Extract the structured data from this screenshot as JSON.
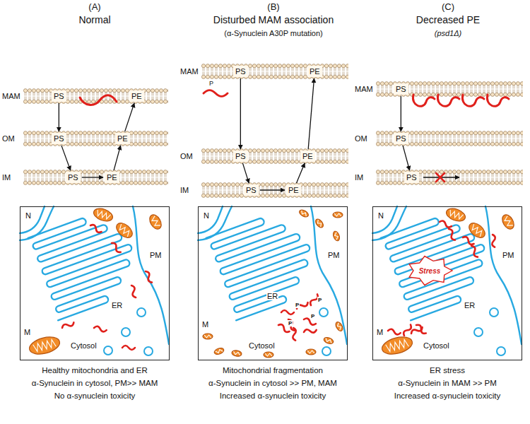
{
  "diagram": {
    "nodes": [
      {
        "text": [
          "MAM"
        ]
      },
      {
        "text": [
          "PS"
        ],
        "in": 0
      },
      {
        "text": [
          "PE"
        ],
        "in": 0
      },
      {
        "text": [
          "OM"
        ]
      },
      {
        "text": [
          "PS"
        ],
        "in": 3
      },
      {
        "text": [
          "PE"
        ],
        "in": 3
      },
      {
        "text": [
          "IM"
        ]
      },
      {
        "text": [
          "PS"
        ],
        "in": 6
      },
      {
        "text": [
          "PE"
        ],
        "in": 6
      },
      {
        "text": [
          "N",
          "ER",
          "PM",
          "M",
          "Cytosol"
        ]
      },
      {
        "text": [
          "MAM"
        ]
      },
      {
        "text": [
          "PS"
        ],
        "in": 10
      },
      {
        "text": [
          "PE"
        ],
        "in": 10
      },
      {
        "text": [
          "OM"
        ]
      },
      {
        "text": [
          "PS"
        ],
        "in": 13
      },
      {
        "text": [
          "PE"
        ],
        "in": 13
      },
      {
        "text": [
          "IM"
        ]
      },
      {
        "text": [
          "PS"
        ],
        "in": 16
      },
      {
        "text": [
          "PE"
        ],
        "in": 16
      },
      {
        "text": [
          "N",
          "ER",
          "PM",
          "M",
          "Cytosol",
          "P",
          "P",
          "P",
          "P"
        ]
      },
      {
        "text": [
          "MAM"
        ]
      },
      {
        "text": [
          "PS"
        ],
        "in": 20
      },
      {
        "text": [
          "OM"
        ]
      },
      {
        "text": [
          "PS"
        ],
        "in": 22
      },
      {
        "text": [
          "IM"
        ]
      },
      {
        "text": [
          "PS"
        ],
        "in": 24
      },
      {
        "text": [
          "N",
          "ER",
          "PM",
          "M",
          "Cytosol"
        ]
      },
      {
        "text": [
          "Stress"
        ],
        "in": 26
      }
    ],
    "edges": [
      {
        "from": 1,
        "to": 4,
        "arrow": "to"
      },
      {
        "from": 4,
        "to": 7,
        "arrow": "to"
      },
      {
        "from": 7,
        "to": 8,
        "arrow": "to"
      },
      {
        "from": 8,
        "to": 5,
        "arrow": "to"
      },
      {
        "from": 5,
        "to": 2,
        "arrow": "to"
      },
      {
        "from": 11,
        "to": 14,
        "arrow": "to"
      },
      {
        "from": 14,
        "to": 17,
        "arrow": "to"
      },
      {
        "from": 17,
        "to": 18,
        "arrow": "to"
      },
      {
        "from": 18,
        "to": 15,
        "arrow": "to"
      },
      {
        "from": 15,
        "to": 12,
        "arrow": "to"
      },
      {
        "from": 21,
        "to": 23,
        "arrow": "to"
      },
      {
        "from": 23,
        "to": 25,
        "arrow": "to"
      }
    ],
    "labels": [
      "(A)",
      "Normal",
      "(B)",
      "Disturbed MAM association",
      "(α-Synuclein A30P mutation)",
      "(C)",
      "Decreased PE",
      "(psd1Δ)",
      "P",
      "Healthy mitochondria and ER",
      "α-Synuclein in cytosol, PM>> MAM",
      "No α-synuclein toxicity",
      "Mitochondrial fragmentation",
      "α-Synuclein in cytosol >> PM, MAM",
      "Increased α-synuclein toxicity",
      "ER stress",
      "α-Synuclein in MAM >> PM",
      "Increased α-synuclein toxicity"
    ]
  }
}
